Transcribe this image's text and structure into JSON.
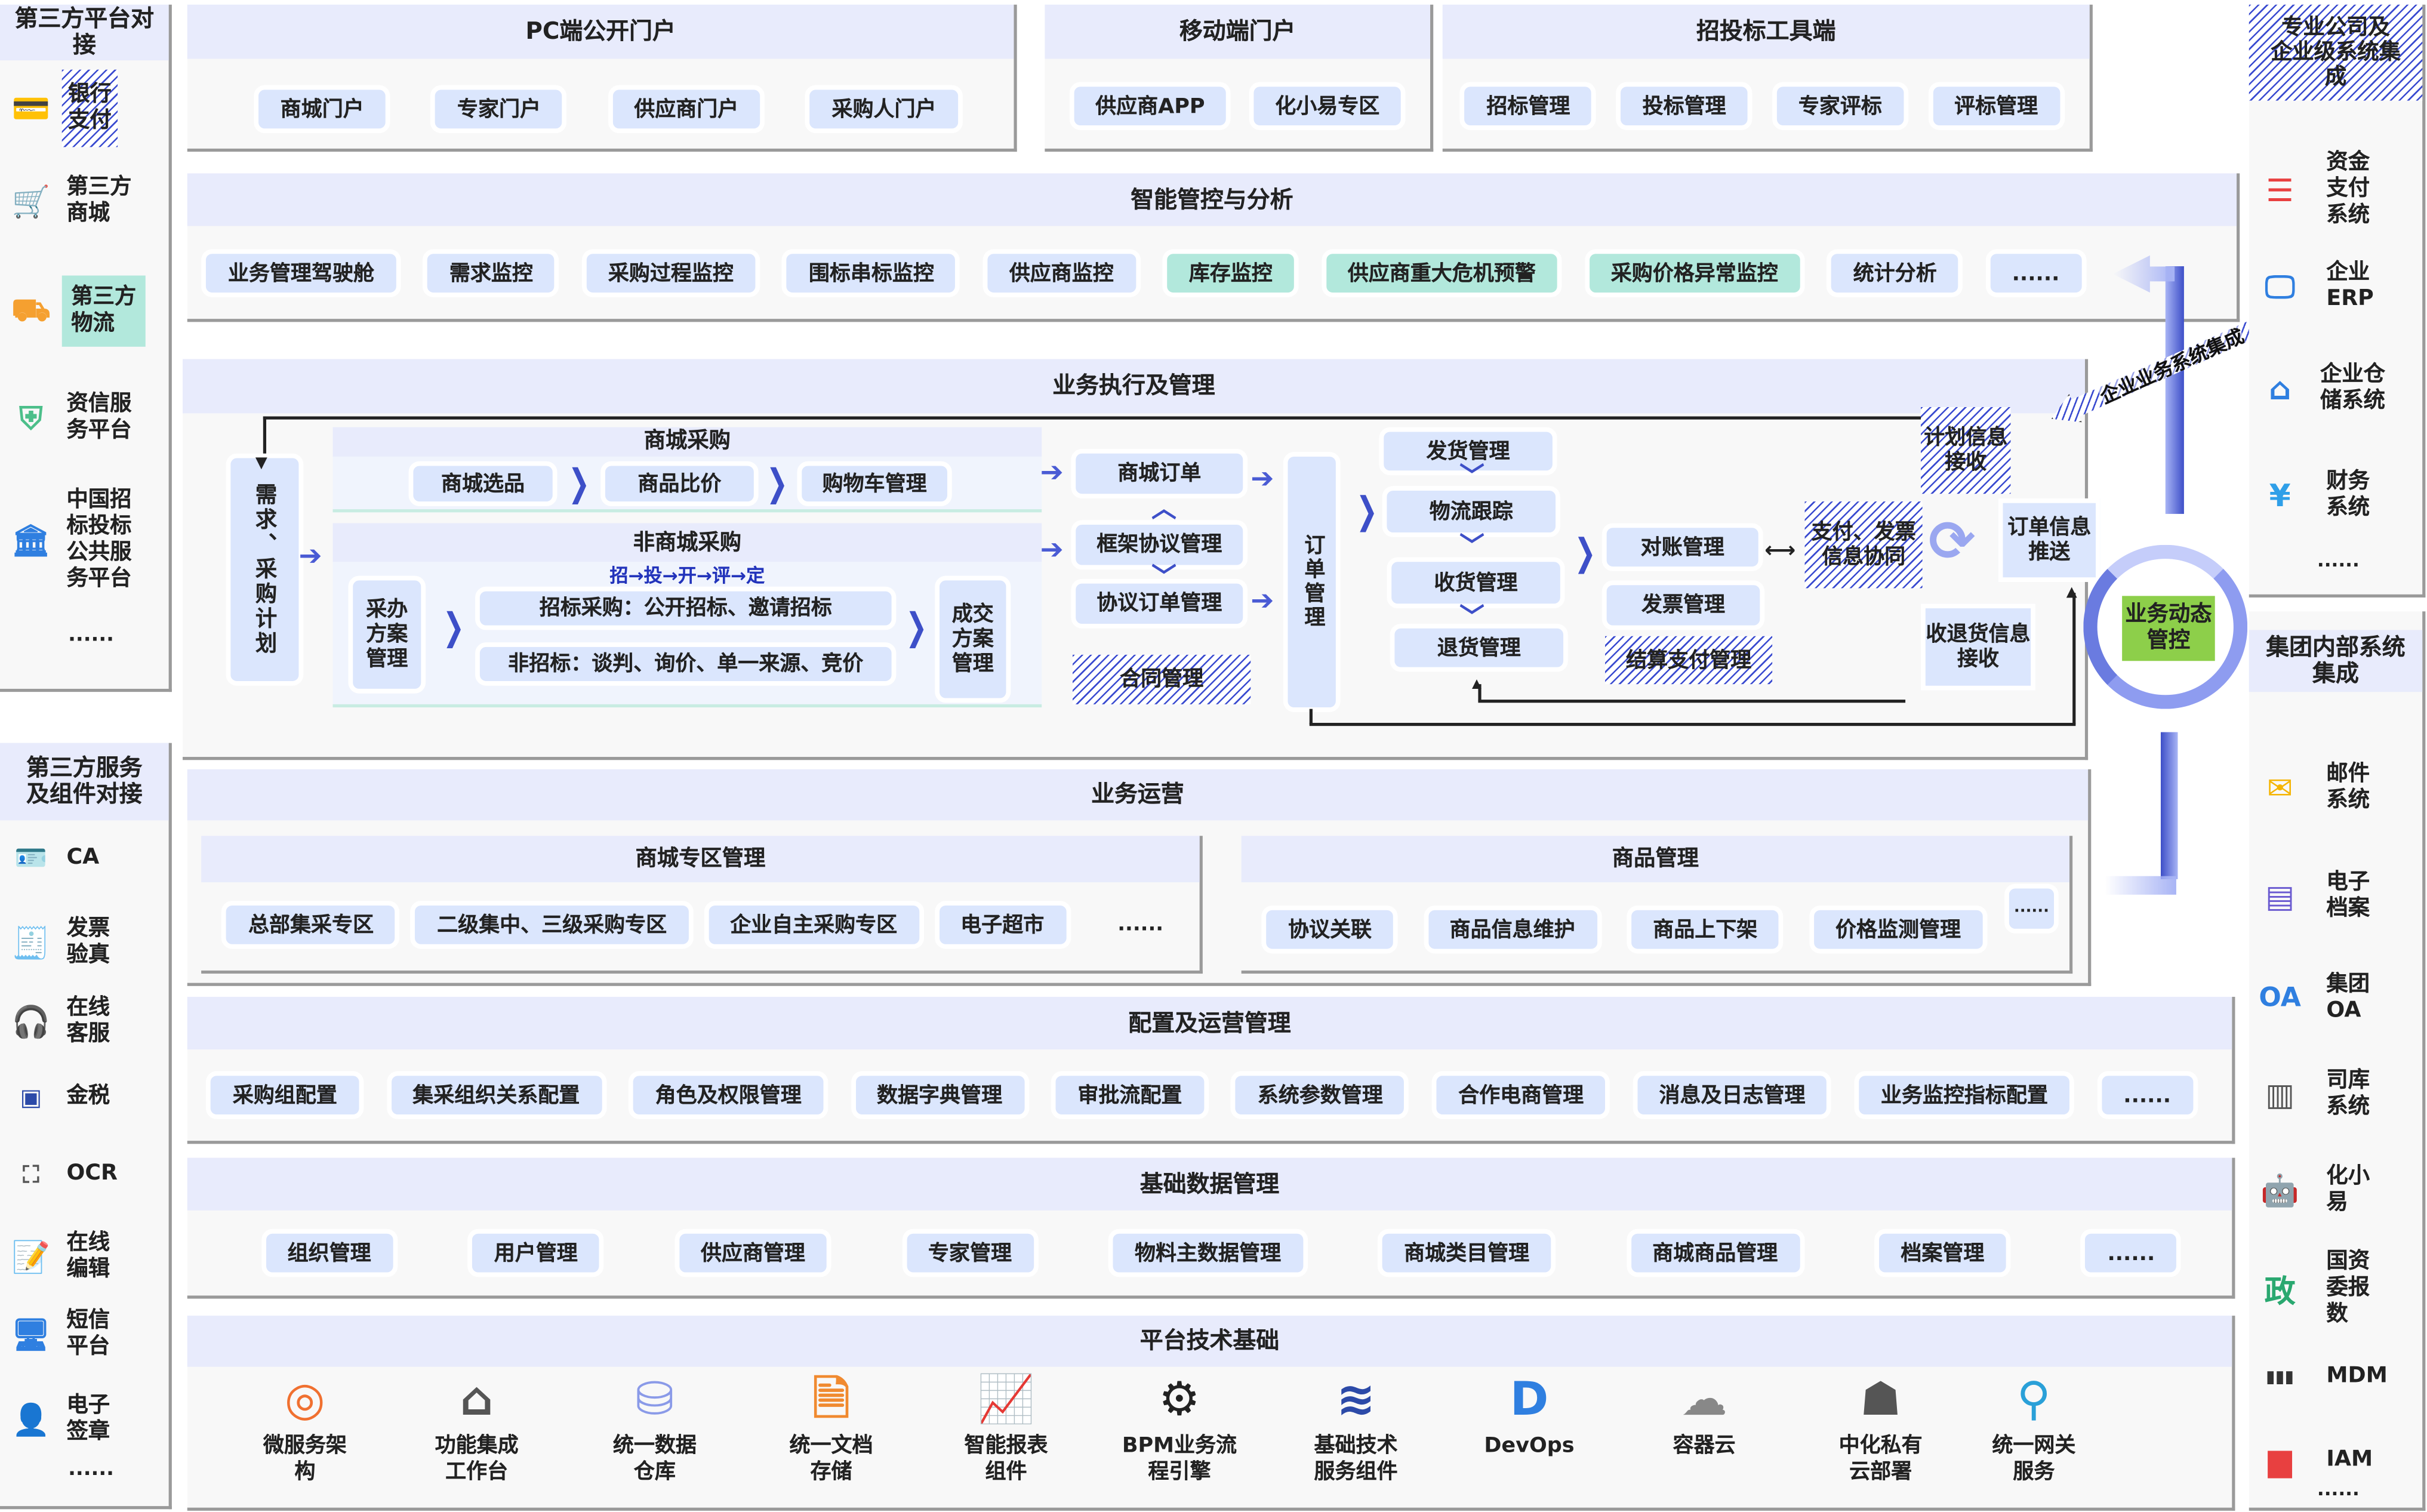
{
  "left_platform": {
    "title": "第三方平台对接",
    "items": [
      {
        "label": "银行\n支付",
        "icon": "bank-card-icon"
      },
      {
        "label": "第三方\n商城",
        "icon": "shopping-cart-icon"
      },
      {
        "label": "第三方\n物流",
        "icon": "truck-icon"
      },
      {
        "label": "资信服\n务平台",
        "icon": "credit-shield-icon"
      },
      {
        "label": "中国招\n标投标\n公共服\n务平台",
        "icon": "government-building-icon"
      }
    ],
    "more": "......"
  },
  "left_services": {
    "title": "第三方服务\n及组件对接",
    "items": [
      {
        "label": "CA",
        "icon": "id-card-icon"
      },
      {
        "label": "发票\n验真",
        "icon": "invoice-icon"
      },
      {
        "label": "在线\n客服",
        "icon": "headset-icon"
      },
      {
        "label": "金税",
        "icon": "tax-icon"
      },
      {
        "label": "OCR",
        "icon": "ocr-scan-icon"
      },
      {
        "label": "在线\n编辑",
        "icon": "edit-icon"
      },
      {
        "label": "短信\n平台",
        "icon": "sms-monitor-icon"
      },
      {
        "label": "电子\n签章",
        "icon": "stamp-icon"
      }
    ],
    "more": "......"
  },
  "pc_portal": {
    "title": "PC端公开门户",
    "items": [
      "商城门户",
      "专家门户",
      "供应商门户",
      "采购人门户"
    ]
  },
  "mobile_portal": {
    "title": "移动端门户",
    "items": [
      "供应商APP",
      "化小易专区"
    ]
  },
  "bidding_tools": {
    "title": "招投标工具端",
    "items": [
      "招标管理",
      "投标管理",
      "专家评标",
      "评标管理"
    ]
  },
  "smart_control": {
    "title": "智能管控与分析",
    "items": [
      "业务管理驾驶舱",
      "需求监控",
      "采购过程监控",
      "围标串标监控",
      "供应商监控",
      "库存监控",
      "供应商重大危机预警",
      "采购价格异常监控",
      "统计分析",
      "......"
    ]
  },
  "execution": {
    "title": "业务执行及管理",
    "demand_plan": "需求、采购计划",
    "mall_group": {
      "title": "商城采购",
      "items": [
        "商城选品",
        "商品比价",
        "购物车管理"
      ]
    },
    "nonmall_group": {
      "title": "非商城采购",
      "flow": "招→投→开→评→定",
      "plan_mgmt": "采办方案管理",
      "bidding": "招标采购：公开招标、邀请招标",
      "non_bidding": "非招标：谈判、询价、单一来源、竞价",
      "deal_mgmt": "成交方案管理"
    },
    "mall_order": "商城订单",
    "framework": "框架协议管理",
    "agreement_order": "协议订单管理",
    "contract": "合同管理",
    "order_mgmt": "订单管理",
    "delivery": "发货管理",
    "logistics": "物流跟踪",
    "receiving": "收货管理",
    "returns": "退货管理",
    "reconcile": "对账管理",
    "invoice": "发票管理",
    "settlement": "结算支付管理",
    "pay_sync": "支付、发票信息协同",
    "plan_receive": "计划信息接收",
    "order_push": "订单信息推送",
    "return_receive": "收退货信息接收",
    "dynamic_control": "业务动态管控",
    "integration_arrow": "企业业务系统集成"
  },
  "operations": {
    "title": "业务运营",
    "zone": {
      "title": "商城专区管理",
      "items": [
        "总部集采专区",
        "二级集中、三级采购专区",
        "企业自主采购专区",
        "电子超市"
      ],
      "more": "......"
    },
    "goods": {
      "title": "商品管理",
      "items": [
        "协议关联",
        "商品信息维护",
        "商品上下架",
        "价格监测管理"
      ],
      "more": "......"
    }
  },
  "config": {
    "title": "配置及运营管理",
    "items": [
      "采购组配置",
      "集采组织关系配置",
      "角色及权限管理",
      "数据字典管理",
      "审批流配置",
      "系统参数管理",
      "合作电商管理",
      "消息及日志管理",
      "业务监控指标配置",
      "......"
    ]
  },
  "basic_data": {
    "title": "基础数据管理",
    "items": [
      "组织管理",
      "用户管理",
      "供应商管理",
      "专家管理",
      "物料主数据管理",
      "商城类目管理",
      "商城商品管理",
      "档案管理",
      "......"
    ]
  },
  "platform": {
    "title": "平台技术基础",
    "items": [
      {
        "label": "微服务架\n构",
        "icon": "microservice-icon"
      },
      {
        "label": "功能集成\n工作台",
        "icon": "home-icon"
      },
      {
        "label": "统一数据\n仓库",
        "icon": "database-icon"
      },
      {
        "label": "统一文档\n存储",
        "icon": "document-icon"
      },
      {
        "label": "智能报表\n组件",
        "icon": "report-chart-icon"
      },
      {
        "label": "BPM业务流\n程引擎",
        "icon": "gear-icon"
      },
      {
        "label": "基础技术\n服务组件",
        "icon": "layers-icon"
      },
      {
        "label": "DevOps",
        "icon": "devops-icon"
      },
      {
        "label": "容器云",
        "icon": "cloud-container-icon"
      },
      {
        "label": "中化私有\n云部署",
        "icon": "private-cloud-icon"
      },
      {
        "label": "统一网关\n服务",
        "icon": "gateway-icon"
      }
    ]
  },
  "right_enterprise": {
    "title": "专业公司及\n企业级系统集\n成",
    "items": [
      {
        "label": "资金\n支付\n系统",
        "icon": "fund-payment-icon"
      },
      {
        "label": "企业\nERP",
        "icon": "erp-monitor-icon"
      },
      {
        "label": "企业仓\n储系统",
        "icon": "warehouse-icon"
      },
      {
        "label": "财务\n系统",
        "icon": "finance-icon"
      }
    ],
    "more": "......"
  },
  "right_group": {
    "title": "集团内部系统\n集成",
    "items": [
      {
        "label": "邮件\n系统",
        "icon": "mail-icon"
      },
      {
        "label": "电子\n档案",
        "icon": "archive-icon"
      },
      {
        "label": "集团\nOA",
        "icon": "oa-icon"
      },
      {
        "label": "司库\n系统",
        "icon": "treasury-icon"
      },
      {
        "label": "化小\n易",
        "icon": "robot-avatar-icon"
      },
      {
        "label": "国资\n委报\n数",
        "icon": "government-report-icon"
      },
      {
        "label": "MDM",
        "icon": "mdm-icon"
      },
      {
        "label": "IAM",
        "icon": "iam-id-icon"
      }
    ],
    "more": "......"
  },
  "colors": {
    "header_bg": "#e8ebfc",
    "chip_bg": "#dbe6fd",
    "teal": "#b2e8dc",
    "accent_blue": "#3d4fc8",
    "green": "#8dcf4a"
  }
}
